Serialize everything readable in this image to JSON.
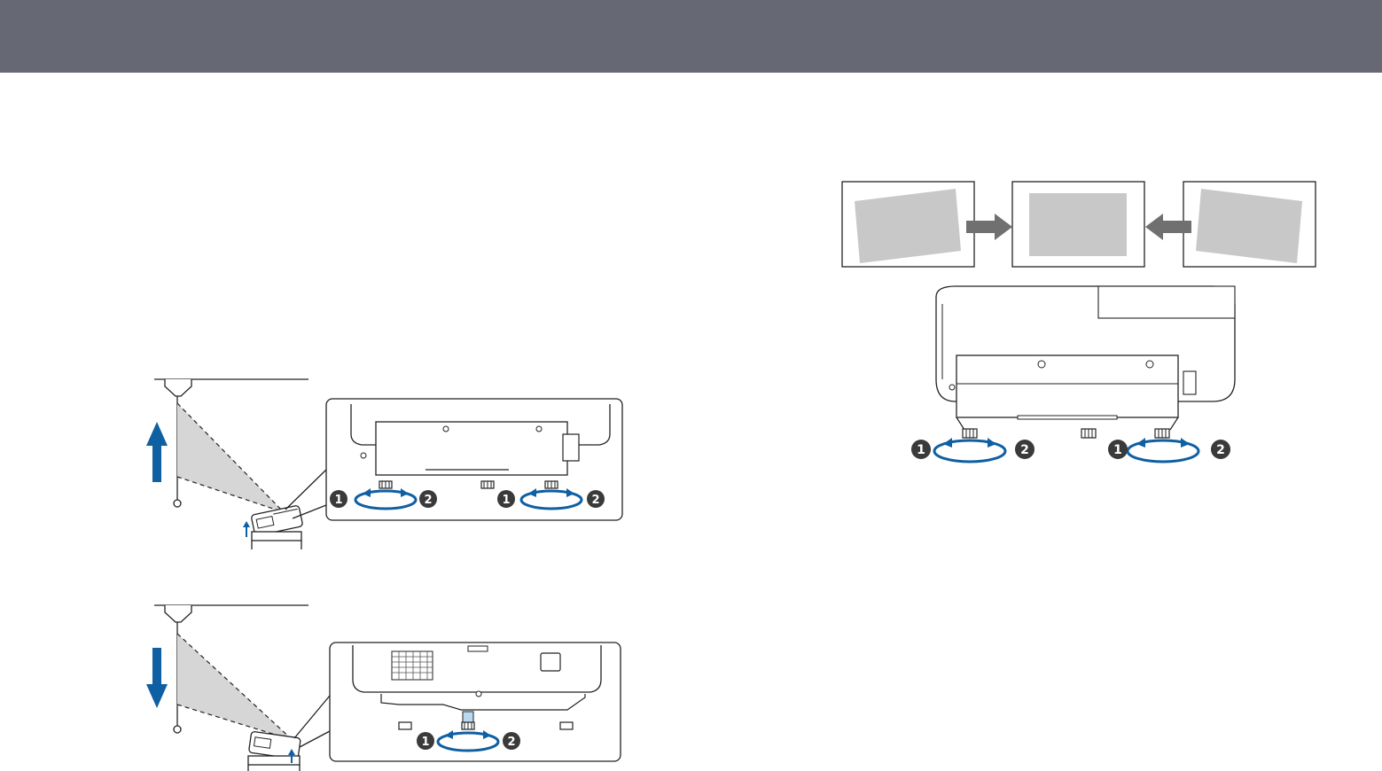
{
  "header": {
    "title": ""
  },
  "colors": {
    "header_bg": "#666973",
    "arrow_blue": "#0f5fa3",
    "image_gray": "#c8c8c8",
    "line_dark": "#222222",
    "callout_dark": "#3a3a3a"
  },
  "callouts": {
    "step_one": "1",
    "step_two": "2"
  },
  "illustrations": [
    "raise-front-illustration",
    "lower-front-illustration",
    "keystone-tilt-correction-illustration"
  ]
}
